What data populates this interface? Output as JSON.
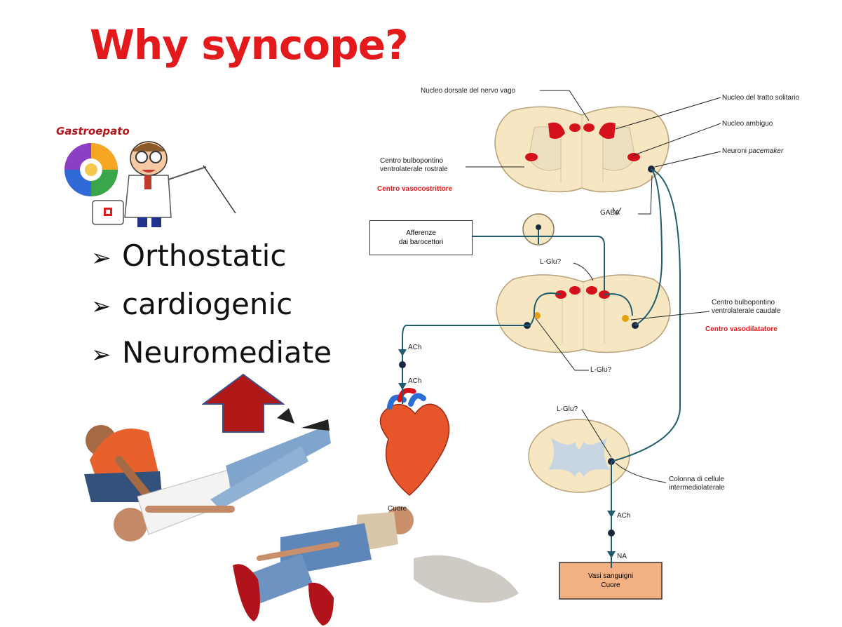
{
  "slide": {
    "title": "Why syncope?",
    "logo_text": "Gastroepato",
    "bullet_marker": "➢",
    "bullets": [
      "Orthostatic",
      "cardiogenic",
      "Neuromediate"
    ]
  },
  "diagram": {
    "labels": {
      "nucleo_dorsale": "Nucleo dorsale del nervo vago",
      "nucleo_tratto": "Nucleo del tratto solitario",
      "nucleo_ambiguo": "Nucleo ambiguo",
      "neuroni_pacemaker_1": "Neuroni ",
      "neuroni_pacemaker_2": "pacemaker",
      "centro_rostrale_1": "Centro bulbopontino",
      "centro_rostrale_2": "ventrolaterale rostrale",
      "centro_vasocostrittore": "Centro vasocostrittore",
      "gaba": "GABA",
      "afferenze_1": "Afferenze",
      "afferenze_2": "dai barocettori",
      "lglu_1": "L-Glu?",
      "lglu_2": "L-Glu?",
      "lglu_3": "L-Glu?",
      "centro_caudale_1": "Centro bulbopontino",
      "centro_caudale_2": "ventrolaterale caudale",
      "centro_vasodilatatore": "Centro vasodilatatore",
      "ach_1": "ACh",
      "ach_2": "ACh",
      "ach_3": "ACh",
      "cuore": "Cuore",
      "colonna_1": "Colonna di cellule",
      "colonna_2": "intermediolaterale",
      "na": "NA",
      "vasi_1": "Vasi sanguigni",
      "vasi_2": "Cuore"
    }
  },
  "colors": {
    "title": "#e3191b",
    "brainstem_fill": "#f6e7c2",
    "nucleus_red": "#d4101a",
    "nerve_line": "#1f5c6e",
    "arrow_fill": "#b01818",
    "output_box": "#f4b183"
  }
}
